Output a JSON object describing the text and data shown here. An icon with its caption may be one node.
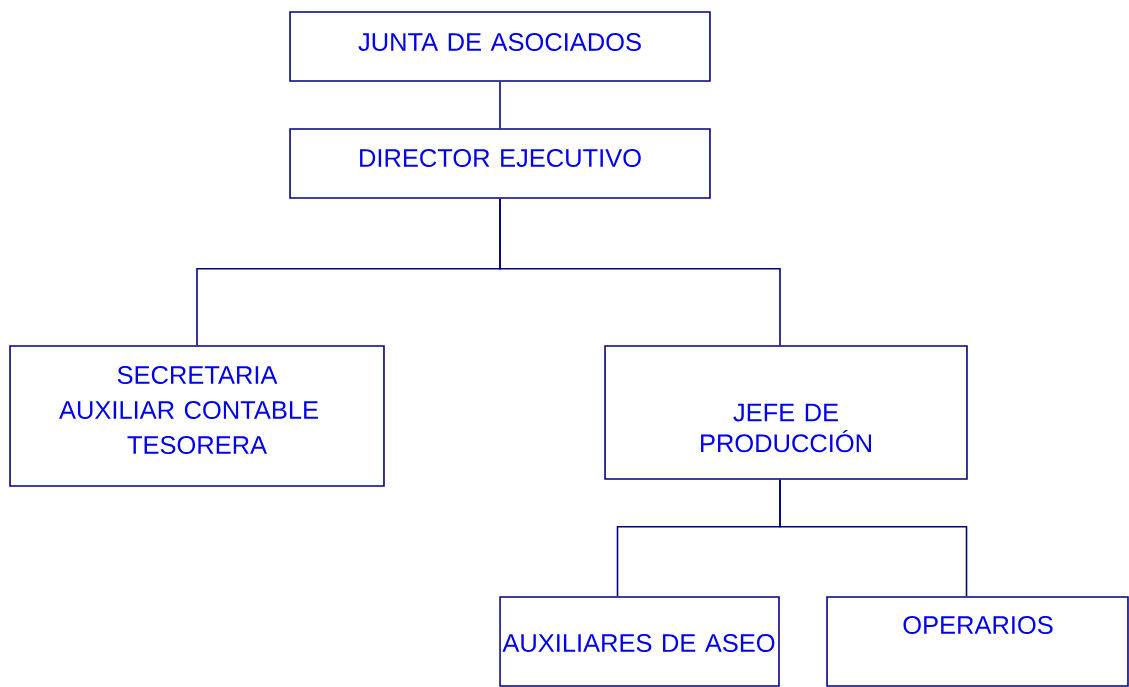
{
  "diagram": {
    "nodes": [
      {
        "text": [
          "JUNTA DE ASOCIADOS"
        ]
      },
      {
        "text": [
          "DIRECTOR EJECUTIVO"
        ]
      },
      {
        "text": [
          "SECRETARIA",
          "AUXILIAR CONTABLE",
          "TESORERA"
        ]
      },
      {
        "text": [
          "JEFE DE PRODUCCIÓN"
        ]
      },
      {
        "text": [
          "AUXILIARES DE ASEO"
        ]
      },
      {
        "text": [
          "OPERARIOS"
        ]
      }
    ],
    "edges": [
      {
        "from": 0,
        "to": 1,
        "arrow": "none"
      },
      {
        "from": 1,
        "to": 2,
        "arrow": "none"
      },
      {
        "from": 1,
        "to": 3,
        "arrow": "none"
      },
      {
        "from": 3,
        "to": 4,
        "arrow": "none"
      },
      {
        "from": 3,
        "to": 5,
        "arrow": "none"
      }
    ]
  }
}
